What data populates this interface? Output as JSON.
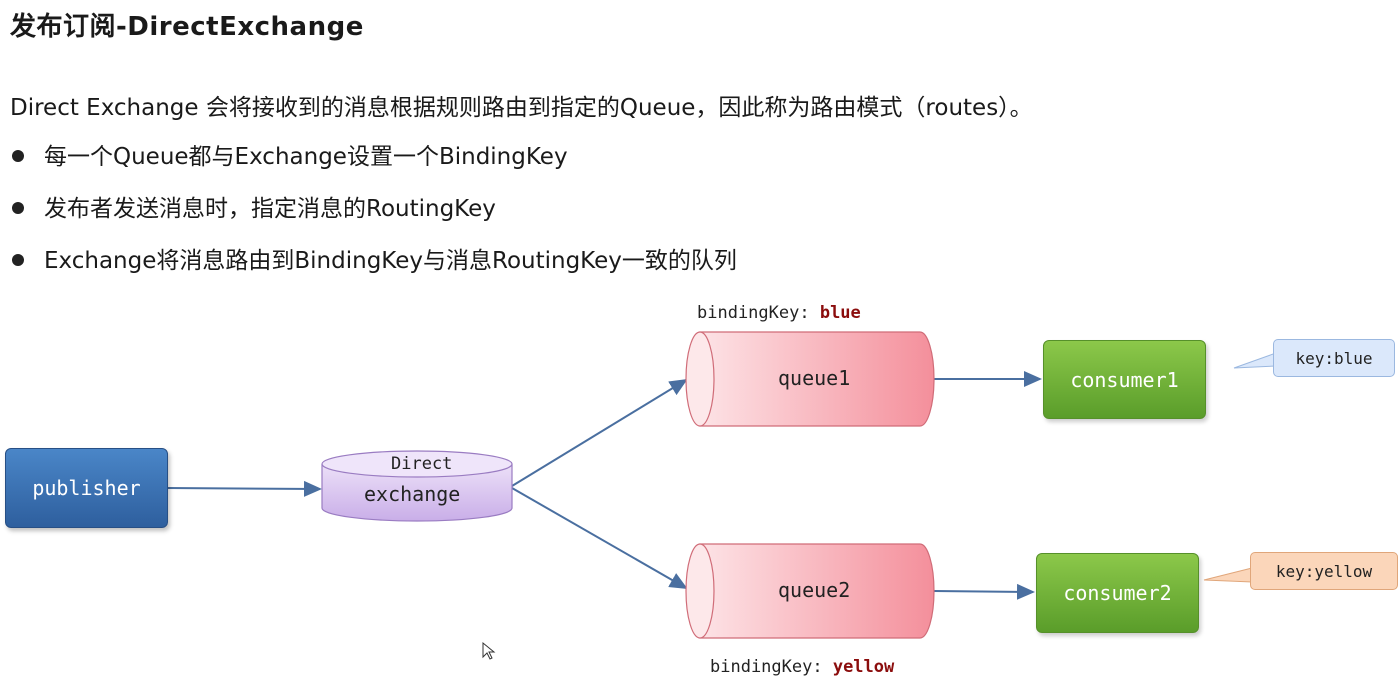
{
  "title": "发布订阅-DirectExchange",
  "intro": "Direct Exchange 会将接收到的消息根据规则路由到指定的Queue，因此称为路由模式（routes）。",
  "bullets": [
    "每一个Queue都与Exchange设置一个BindingKey",
    "发布者发送消息时，指定消息的RoutingKey",
    "Exchange将消息路由到BindingKey与消息RoutingKey一致的队列"
  ],
  "diagram": {
    "publisher": "publisher",
    "exchange": {
      "type_label": "Direct",
      "label": "exchange"
    },
    "queue1": {
      "label": "queue1",
      "binding_prefix": "bindingKey: ",
      "binding_value": "blue"
    },
    "queue2": {
      "label": "queue2",
      "binding_prefix": "bindingKey: ",
      "binding_value": "yellow"
    },
    "consumer1": "consumer1",
    "consumer2": "consumer2",
    "tag1": "key:blue",
    "tag2": "key:yellow"
  },
  "colors": {
    "publisher": "#3a73b8",
    "exchange": "#d8c4ee",
    "queue": "#f49aa4",
    "consumer": "#72b53a",
    "tag_blue": "#dbe8fb",
    "tag_yellow": "#fbd6ba",
    "arrow": "#4a6fa0",
    "binding_value": "#8b0d0d"
  }
}
